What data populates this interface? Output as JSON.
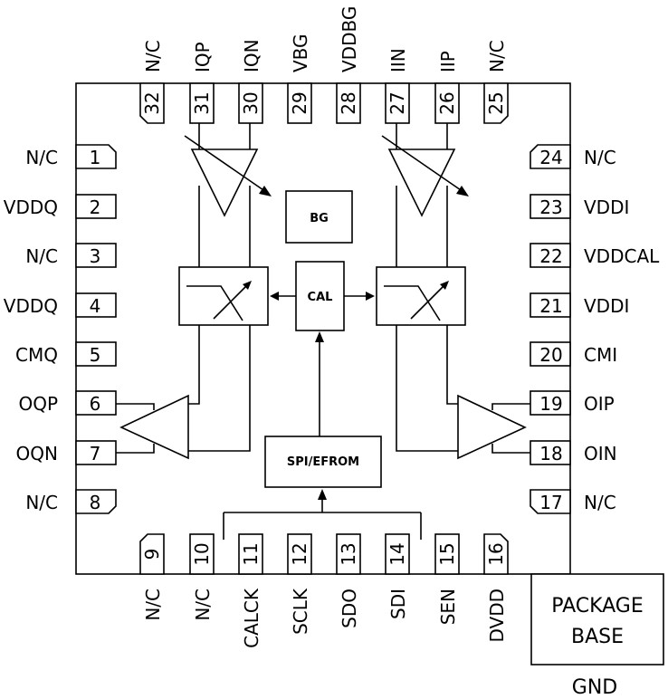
{
  "blocks": {
    "bg": "BG",
    "cal": "CAL",
    "spi": "SPI/EFROM",
    "package_base_line1": "PACKAGE",
    "package_base_line2": "BASE",
    "gnd": "GND"
  },
  "pins": {
    "left": [
      {
        "num": "1",
        "name": "N/C"
      },
      {
        "num": "2",
        "name": "VDDQ"
      },
      {
        "num": "3",
        "name": "N/C"
      },
      {
        "num": "4",
        "name": "VDDQ"
      },
      {
        "num": "5",
        "name": "CMQ"
      },
      {
        "num": "6",
        "name": "OQP"
      },
      {
        "num": "7",
        "name": "OQN"
      },
      {
        "num": "8",
        "name": "N/C"
      }
    ],
    "bottom": [
      {
        "num": "9",
        "name": "N/C"
      },
      {
        "num": "10",
        "name": "N/C"
      },
      {
        "num": "11",
        "name": "CALCK"
      },
      {
        "num": "12",
        "name": "SCLK"
      },
      {
        "num": "13",
        "name": "SDO"
      },
      {
        "num": "14",
        "name": "SDI"
      },
      {
        "num": "15",
        "name": "SEN"
      },
      {
        "num": "16",
        "name": "DVDD"
      }
    ],
    "right": [
      {
        "num": "17",
        "name": "N/C"
      },
      {
        "num": "18",
        "name": "OIN"
      },
      {
        "num": "19",
        "name": "OIP"
      },
      {
        "num": "20",
        "name": "CMI"
      },
      {
        "num": "21",
        "name": "VDDI"
      },
      {
        "num": "22",
        "name": "VDDCAL"
      },
      {
        "num": "23",
        "name": "VDDI"
      },
      {
        "num": "24",
        "name": "N/C"
      }
    ],
    "top": [
      {
        "num": "25",
        "name": "N/C"
      },
      {
        "num": "26",
        "name": "IIP"
      },
      {
        "num": "27",
        "name": "IIN"
      },
      {
        "num": "28",
        "name": "VDDBG"
      },
      {
        "num": "29",
        "name": "VBG"
      },
      {
        "num": "30",
        "name": "IQN"
      },
      {
        "num": "31",
        "name": "IQP"
      },
      {
        "num": "32",
        "name": "N/C"
      }
    ]
  }
}
